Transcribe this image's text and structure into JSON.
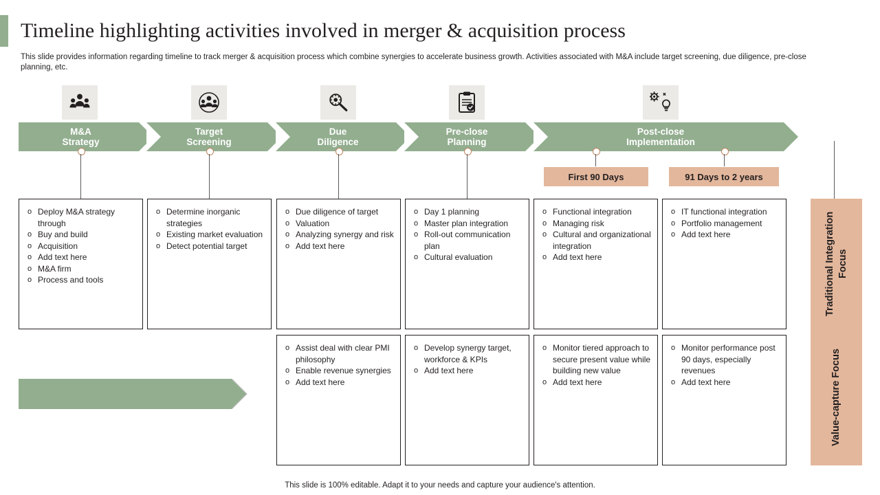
{
  "header": {
    "title": "Timeline highlighting activities involved in merger & acquisition process",
    "subtitle": "This slide provides information regarding timeline to track merger & acquisition process which combine synergies to accelerate business growth. Activities associated with M&A include target screening, due diligence, pre-close planning, etc.",
    "accent_color": "#92ae8f"
  },
  "phases": [
    {
      "label": "M&A\nStrategy",
      "icon": "team-people-icon"
    },
    {
      "label": "Target\nScreening",
      "icon": "target-group-icon"
    },
    {
      "label": "Due\nDiligence",
      "icon": "magnifier-gear-icon"
    },
    {
      "label": "Pre-close\nPlanning",
      "icon": "clipboard-check-icon"
    },
    {
      "label": "Post-close\nImplementation",
      "icon": "gear-bulb-icon"
    }
  ],
  "phase_labels": {
    "p1_line1": "M&A",
    "p1_line2": "Strategy",
    "p2_line1": "Target",
    "p2_line2": "Screening",
    "p3_line1": "Due",
    "p3_line2": "Diligence",
    "p4_line1": "Pre-close",
    "p4_line2": "Planning",
    "p5_line1": "Post-close",
    "p5_line2": "Implementation"
  },
  "badges": [
    {
      "label": "First 90 Days",
      "color": "#e3b79c"
    },
    {
      "label": "91 Days to 2 years",
      "color": "#e3b79c"
    }
  ],
  "cards_top": [
    {
      "items": [
        "Deploy M&A strategy through",
        "Buy and build",
        "Acquisition",
        "Add text here",
        "M&A firm",
        "Process and tools"
      ]
    },
    {
      "items": [
        "Determine inorganic strategies",
        "Existing market evaluation",
        "Detect potential target"
      ]
    },
    {
      "items": [
        "Due diligence of target",
        "Valuation",
        "Analyzing synergy and risk",
        "Add text here"
      ]
    },
    {
      "items": [
        "Day 1 planning",
        "Master plan integration",
        "Roll-out communication plan",
        "Cultural evaluation"
      ]
    },
    {
      "items": [
        "Functional integration",
        "Managing risk",
        "Cultural and organizational integration",
        "Add text here"
      ]
    },
    {
      "items": [
        "IT functional integration",
        "Portfolio management",
        "Add text here"
      ]
    }
  ],
  "cards_bottom": [
    {
      "items": [
        "Assist deal with clear PMI philosophy",
        "Enable revenue synergies",
        "Add text here"
      ]
    },
    {
      "items": [
        "Develop synergy target, workforce & KPIs",
        "Add text here"
      ]
    },
    {
      "items": [
        "Monitor tiered approach to secure present value while building new value",
        "Add text here"
      ]
    },
    {
      "items": [
        "Monitor performance post 90 days, especially revenues",
        "Add text here"
      ]
    }
  ],
  "side_panels": [
    {
      "label": "Traditional Integration Focus"
    },
    {
      "label": "Value-capture Focus"
    }
  ],
  "footer": {
    "note": "This slide is 100% editable. Adapt it to your needs and capture your audience's attention."
  }
}
